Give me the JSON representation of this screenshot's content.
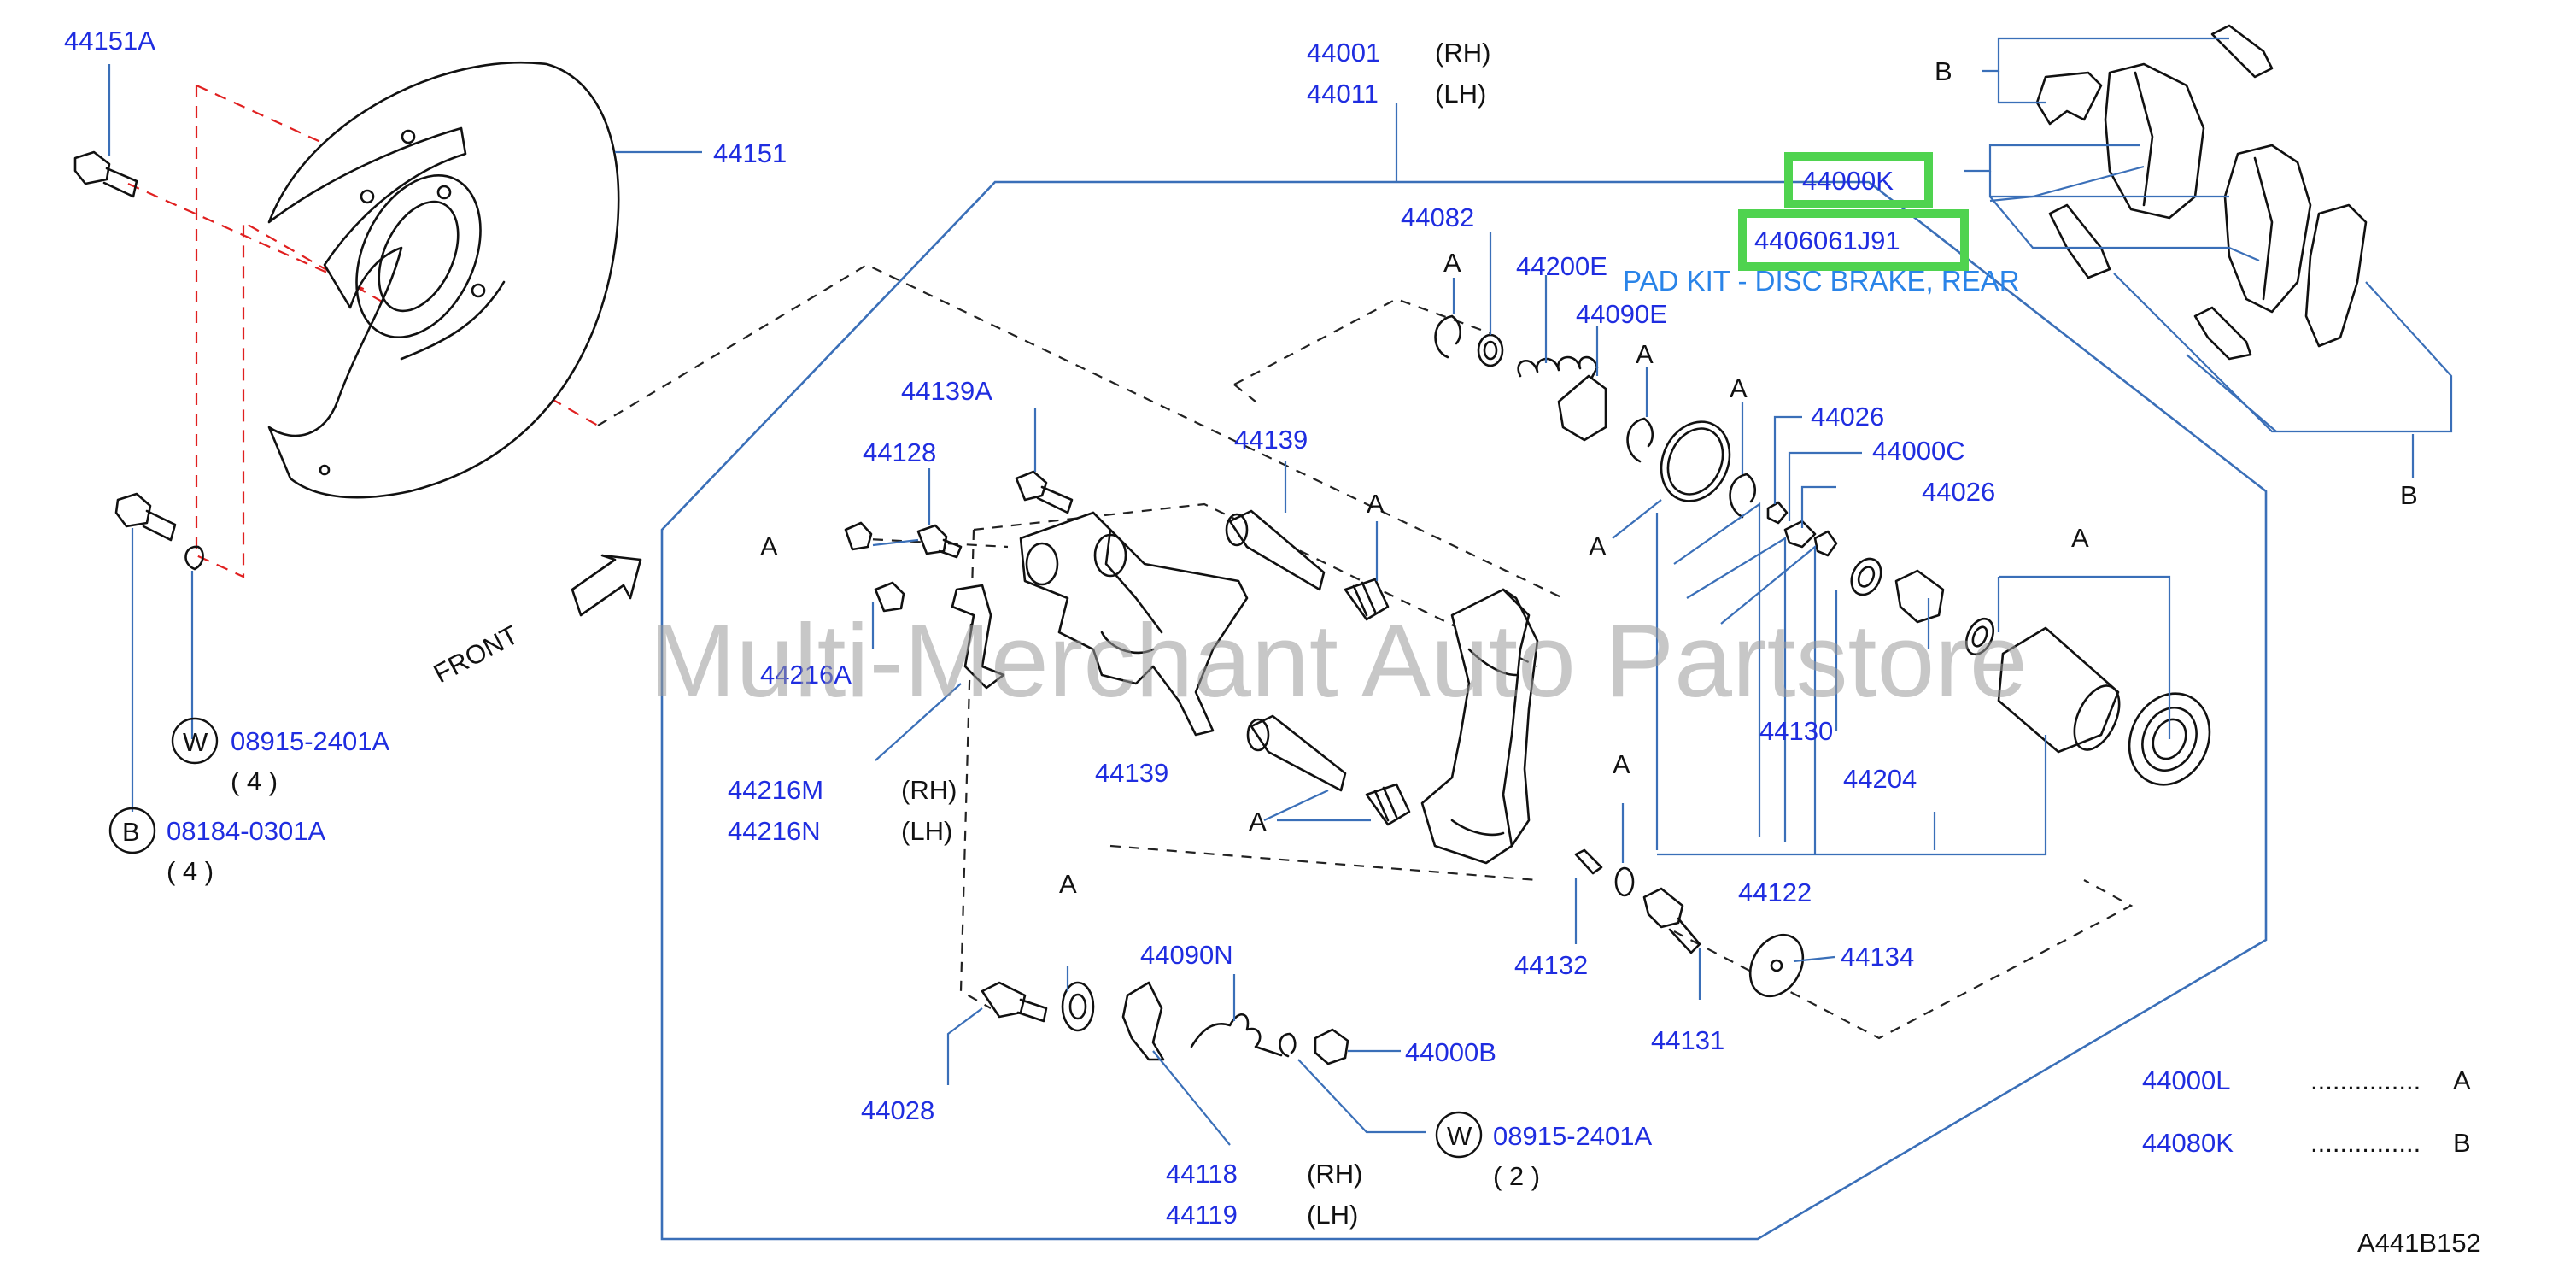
{
  "watermark": "Multi-Merchant Auto Partstore",
  "diagram_code": "A441B152",
  "front_label": "FRONT",
  "highlighted": {
    "pad_set": "44000K",
    "pad_kit": "4406061J91",
    "pad_kit_description": "PAD KIT - DISC BRAKE, REAR"
  },
  "labels": {
    "l44151A": "44151A",
    "l44151": "44151",
    "l44001": "44001",
    "l44011": "44011",
    "rh": "(RH)",
    "lh": "(LH)",
    "l44082": "44082",
    "l44200E": "44200E",
    "l44090E": "44090E",
    "l44139A": "44139A",
    "l44128": "44128",
    "l44139": "44139",
    "l44026": "44026",
    "l44000C": "44000C",
    "l44216A": "44216A",
    "l44216M": "44216M",
    "l44216N": "44216N",
    "l44130": "44130",
    "l44204": "44204",
    "l44122": "44122",
    "l44132": "44132",
    "l44134": "44134",
    "l44131": "44131",
    "l44028": "44028",
    "l44090N": "44090N",
    "l44000B": "44000B",
    "l44118": "44118",
    "l44119": "44119",
    "l08915": "08915-2401A",
    "l08184": "08184-0301A",
    "qty4": "( 4 )",
    "qty2": "( 2 )",
    "circle_w": "W",
    "circle_b": "B",
    "marker_a": "A",
    "marker_b": "B"
  },
  "legend": [
    {
      "part": "44000L",
      "dots": "...............",
      "code": "A"
    },
    {
      "part": "44080K",
      "dots": "...............",
      "code": "B"
    }
  ]
}
